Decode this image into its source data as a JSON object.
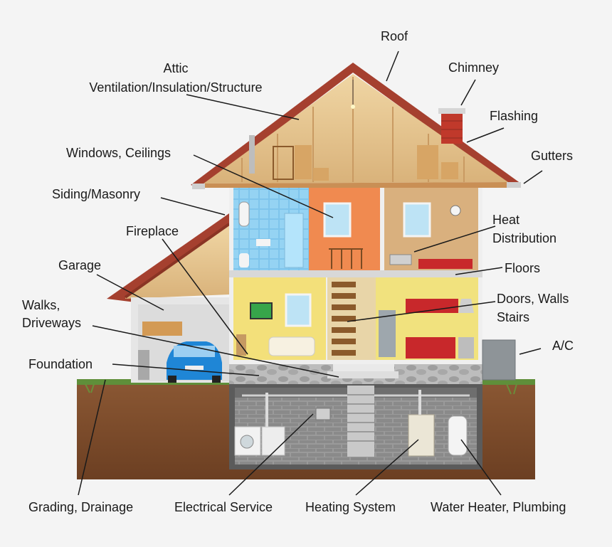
{
  "labels": {
    "roof": "Roof",
    "chimney": "Chimney",
    "flashing": "Flashing",
    "gutters": "Gutters",
    "attic_line1": "Attic",
    "attic_line2": "Ventilation/Insulation/Structure",
    "windows_ceilings": "Windows, Ceilings",
    "siding_masonry": "Siding/Masonry",
    "fireplace": "Fireplace",
    "heat_line1": "Heat",
    "heat_line2": "Distribution",
    "floors": "Floors",
    "garage": "Garage",
    "walks_line1": "Walks,",
    "walks_line2": "Driveways",
    "doors_line1": "Doors, Walls",
    "doors_line2": "Stairs",
    "ac": "A/C",
    "foundation": "Foundation",
    "grading": "Grading, Drainage",
    "electrical": "Electrical Service",
    "heating": "Heating System",
    "water_heater": "Water Heater, Plumbing"
  },
  "colors": {
    "background": "#f4f4f4",
    "roof_shingle": "#a5402f",
    "attic_wood": "#e2c08a",
    "soil": "#7a4a2a",
    "grass": "#5f8f3a",
    "bathroom": "#8fcff0",
    "bedroom": "#f08a50",
    "heat_room": "#d9b07e",
    "living_room": "#f3e07a",
    "kitchen": "#f1e27e",
    "basement_brick": "#8f8f8f",
    "car": "#1f86d6",
    "label_text": "#1a1a1a",
    "leader_line": "#1a1a1a"
  }
}
